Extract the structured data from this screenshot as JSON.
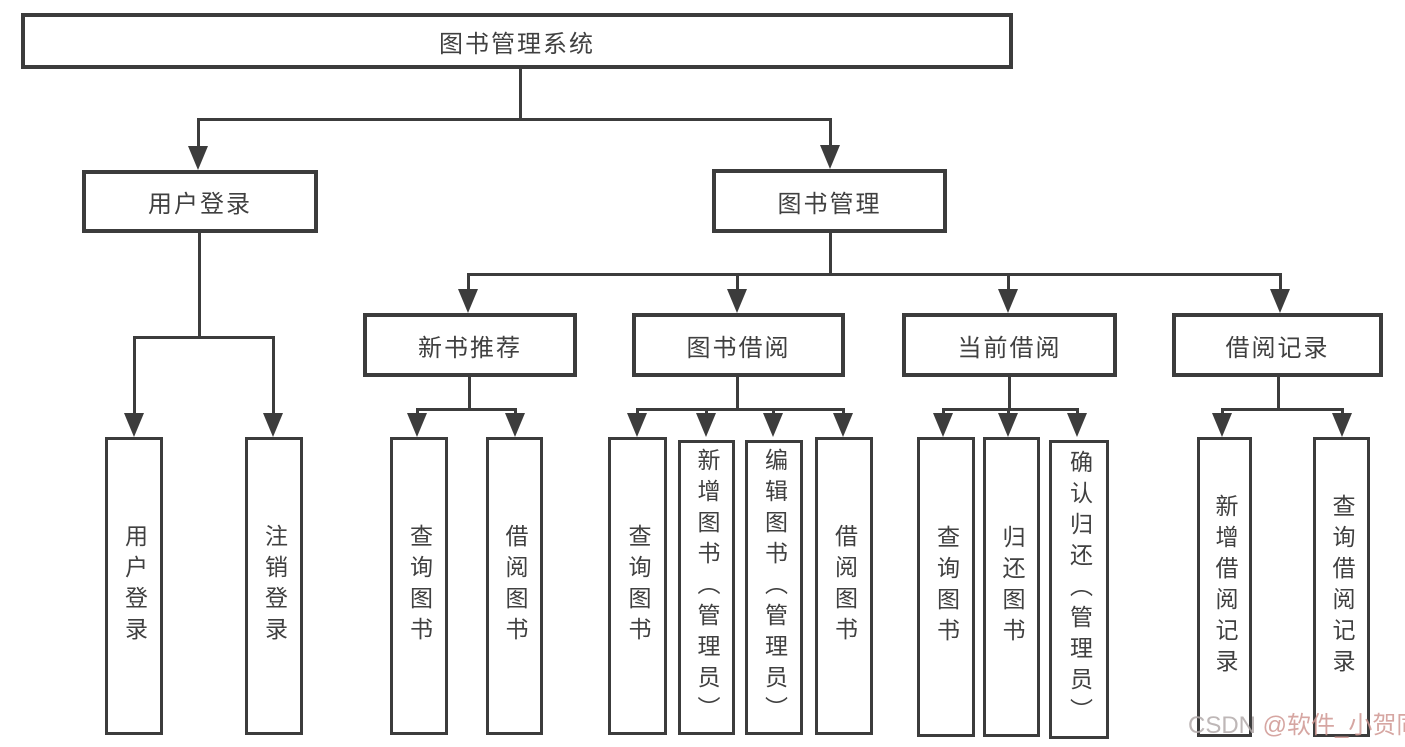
{
  "tree": {
    "root": "图书管理系统",
    "level1": [
      {
        "label": "用户登录",
        "children": [
          "用户登录",
          "注销登录"
        ]
      },
      {
        "label": "图书管理"
      }
    ],
    "level2": [
      {
        "label": "新书推荐",
        "children": [
          "查询图书",
          "借阅图书"
        ]
      },
      {
        "label": "图书借阅",
        "children": [
          "查询图书",
          "新增图书（管理员）",
          "编辑图书（管理员）",
          "借阅图书"
        ]
      },
      {
        "label": "当前借阅",
        "children": [
          "查询图书",
          "归还图书",
          "确认归还（管理员）"
        ]
      },
      {
        "label": "借阅记录",
        "children": [
          "新增借阅记录",
          "查询借阅记录"
        ]
      }
    ]
  },
  "watermark": {
    "brand": "CSDN ",
    "handle": "@软件_小贺同学"
  },
  "colors": {
    "line": "#3c3c3c",
    "text": "#404040",
    "watermark_brand": "#b3abab",
    "watermark_handle": "#cf9792"
  }
}
